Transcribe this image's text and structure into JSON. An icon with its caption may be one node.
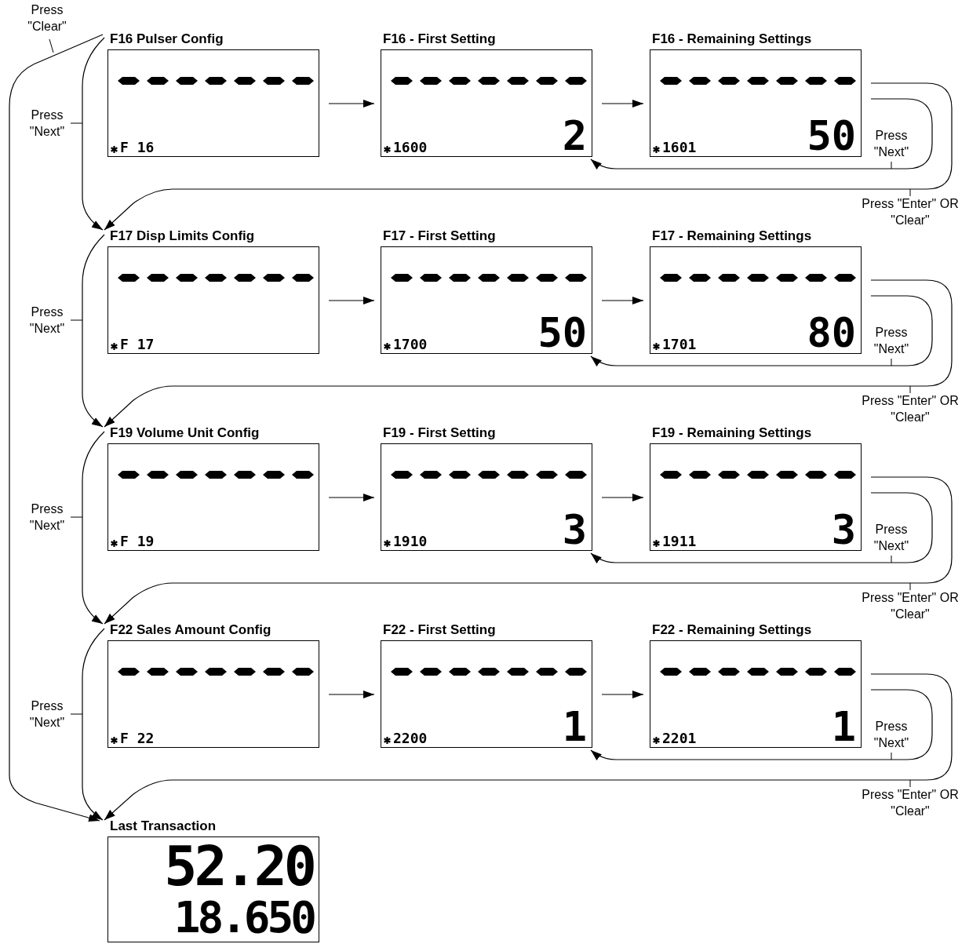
{
  "diagram": {
    "nodes": [
      {
        "text": [
          "F16 Pulser Config",
          "F 16"
        ]
      },
      {
        "text": [
          "F16 - First Setting",
          "1600",
          "2"
        ]
      },
      {
        "text": [
          "F16 - Remaining Settings",
          "1601",
          "50"
        ]
      },
      {
        "text": [
          "F17 Disp Limits Config",
          "F 17"
        ]
      },
      {
        "text": [
          "F17 - First Setting",
          "1700",
          "50"
        ]
      },
      {
        "text": [
          "F17 - Remaining Settings",
          "1701",
          "80"
        ]
      },
      {
        "text": [
          "F19 Volume Unit Config",
          "F 19"
        ]
      },
      {
        "text": [
          "F19 - First Setting",
          "1910",
          "3"
        ]
      },
      {
        "text": [
          "F19 - Remaining Settings",
          "1911",
          "3"
        ]
      },
      {
        "text": [
          "F22 Sales Amount Config",
          "F 22"
        ]
      },
      {
        "text": [
          "F22 - First Setting",
          "2200",
          "1"
        ]
      },
      {
        "text": [
          "F22 - Remaining Settings",
          "2201",
          "1"
        ]
      },
      {
        "text": [
          "Last Transaction",
          "52.20",
          "18.650"
        ]
      }
    ],
    "edges": [
      {
        "from": 0,
        "to": 1,
        "arrow": "to"
      },
      {
        "from": 1,
        "to": 2,
        "arrow": "to"
      },
      {
        "from": 2,
        "to": 1,
        "arrow": "to",
        "label": "Press \"Next\""
      },
      {
        "from": 2,
        "to": 3,
        "arrow": "to",
        "label": "Press \"Enter\" OR \"Clear\""
      },
      {
        "from": 0,
        "to": 3,
        "arrow": "to",
        "label": "Press \"Next\""
      },
      {
        "from": 3,
        "to": 4,
        "arrow": "to"
      },
      {
        "from": 4,
        "to": 5,
        "arrow": "to"
      },
      {
        "from": 5,
        "to": 4,
        "arrow": "to",
        "label": "Press \"Next\""
      },
      {
        "from": 5,
        "to": 6,
        "arrow": "to",
        "label": "Press \"Enter\" OR \"Clear\""
      },
      {
        "from": 3,
        "to": 6,
        "arrow": "to",
        "label": "Press \"Next\""
      },
      {
        "from": 6,
        "to": 7,
        "arrow": "to"
      },
      {
        "from": 7,
        "to": 8,
        "arrow": "to"
      },
      {
        "from": 8,
        "to": 7,
        "arrow": "to",
        "label": "Press \"Next\""
      },
      {
        "from": 8,
        "to": 9,
        "arrow": "to",
        "label": "Press \"Enter\" OR \"Clear\""
      },
      {
        "from": 6,
        "to": 9,
        "arrow": "to",
        "label": "Press \"Next\""
      },
      {
        "from": 9,
        "to": 10,
        "arrow": "to"
      },
      {
        "from": 10,
        "to": 11,
        "arrow": "to"
      },
      {
        "from": 11,
        "to": 10,
        "arrow": "to",
        "label": "Press \"Next\""
      },
      {
        "from": 11,
        "to": 12,
        "arrow": "to",
        "label": "Press \"Enter\" OR \"Clear\""
      },
      {
        "from": 9,
        "to": 12,
        "arrow": "to",
        "label": "Press \"Next\""
      },
      {
        "from": 0,
        "to": 12,
        "arrow": "to",
        "label": "Press \"Clear\""
      }
    ]
  }
}
